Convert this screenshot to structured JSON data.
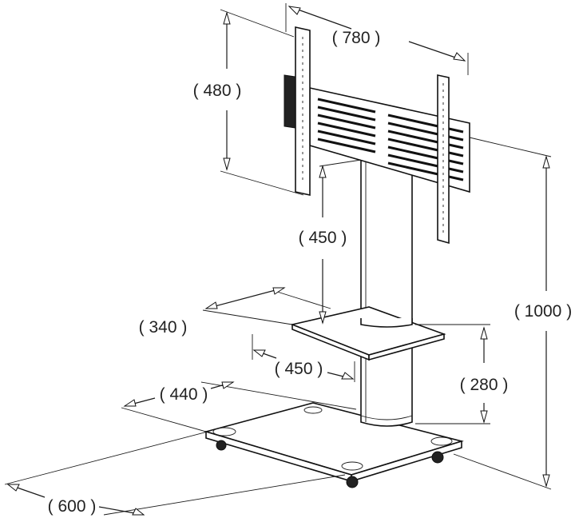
{
  "dimensions": {
    "monitor_width": "780",
    "monitor_height": "480",
    "shelf_to_bracket": "450",
    "total_height": "1000",
    "shelf_depth": "340",
    "shelf_width": "450",
    "shelf_height": "280",
    "base_depth": "440",
    "base_width": "600"
  },
  "colors": {
    "line": "#1a1a1a",
    "background": "#ffffff"
  }
}
